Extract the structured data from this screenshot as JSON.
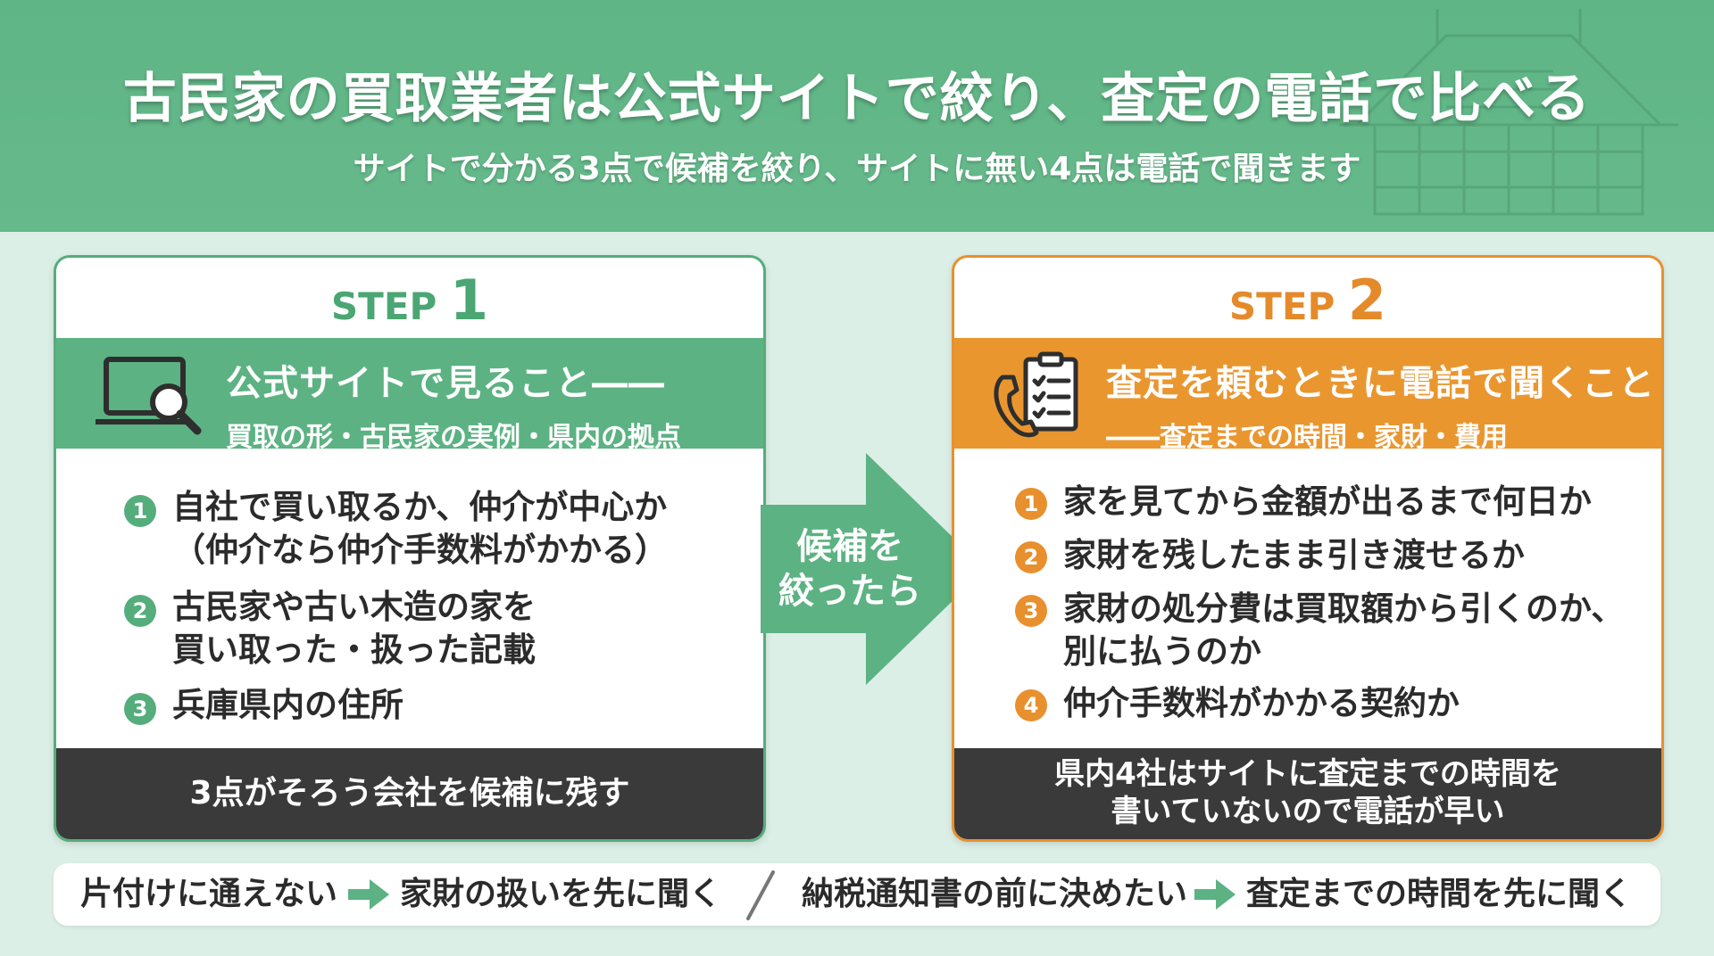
{
  "header": {
    "title": "古民家の買取業者は公式サイトで絞り、査定の電話で比べる",
    "subtitle": "サイトで分かる3点で候補を絞り、サイトに無い4点は電話で聞きます"
  },
  "step1": {
    "step_word": "STEP ",
    "step_num": "1",
    "band_title": "公式サイトで見ること――",
    "band_sub": "買取の形・古民家の実例・県内の拠点",
    "items": [
      {
        "num": "1",
        "lines": [
          "自社で買い取るか、仲介が中心か",
          "（仲介なら仲介手数料がかかる）"
        ]
      },
      {
        "num": "2",
        "lines": [
          "古民家や古い木造の家を",
          "買い取った・扱った記載"
        ]
      },
      {
        "num": "3",
        "lines": [
          "兵庫県内の住所"
        ]
      }
    ],
    "footer": "3点がそろう会社を候補に残す"
  },
  "arrow": {
    "line1": "候補を",
    "line2": "絞ったら"
  },
  "step2": {
    "step_word": "STEP ",
    "step_num": "2",
    "band_title": "査定を頼むときに電話で聞くこと",
    "band_sub": "――査定までの時間・家財・費用",
    "items": [
      {
        "num": "1",
        "lines": [
          "家を見てから金額が出るまで何日か"
        ]
      },
      {
        "num": "2",
        "lines": [
          "家財を残したまま引き渡せるか"
        ]
      },
      {
        "num": "3",
        "lines": [
          "家財の処分費は買取額から引くのか、",
          "別に払うのか"
        ]
      },
      {
        "num": "4",
        "lines": [
          "仲介手数料がかかる契約か"
        ]
      }
    ],
    "footer_line1": "県内4社はサイトに査定までの時間を",
    "footer_line2": "書いていないので電話が早い"
  },
  "bottom": {
    "left_condition": "片付けに通えない",
    "left_action": "家財の扱いを先に聞く",
    "right_condition": "納税通知書の前に決めたい",
    "right_action": "査定までの時間を先に聞く"
  },
  "icons": {
    "step1": "laptop-magnifier-icon",
    "step2": "phone-checklist-icon",
    "decor": "old-house-illustration"
  },
  "colors": {
    "green": "#5cb282",
    "orange": "#ea962f",
    "dark": "#3a3a3a",
    "background": "#dcefe7"
  }
}
